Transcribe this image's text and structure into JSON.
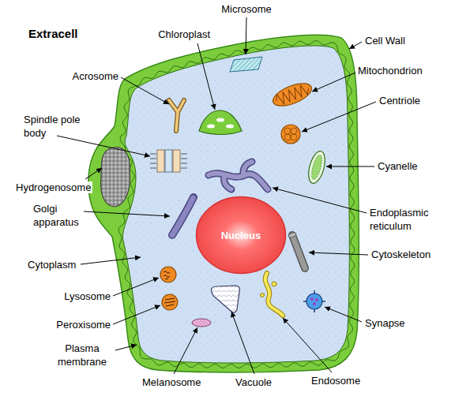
{
  "diagram": {
    "nodes": [
      {
        "text": [
          "Nucleus"
        ]
      }
    ],
    "labels": [
      "Extracell",
      "Microsome",
      "Chloroplast",
      "Cell Wall",
      "Acrosome",
      "Mitochondrion",
      "Centriole",
      "Spindle pole body",
      "Cyanelle",
      "Hydrogenosome",
      "Golgi apparatus",
      "Endoplasmic reticulum",
      "Cytoplasm",
      "Cytoskeleton",
      "Lysosome",
      "Synapse",
      "Peroxisome",
      "Plasma membrane",
      "Melanosome",
      "Vacuole",
      "Endosome"
    ]
  }
}
